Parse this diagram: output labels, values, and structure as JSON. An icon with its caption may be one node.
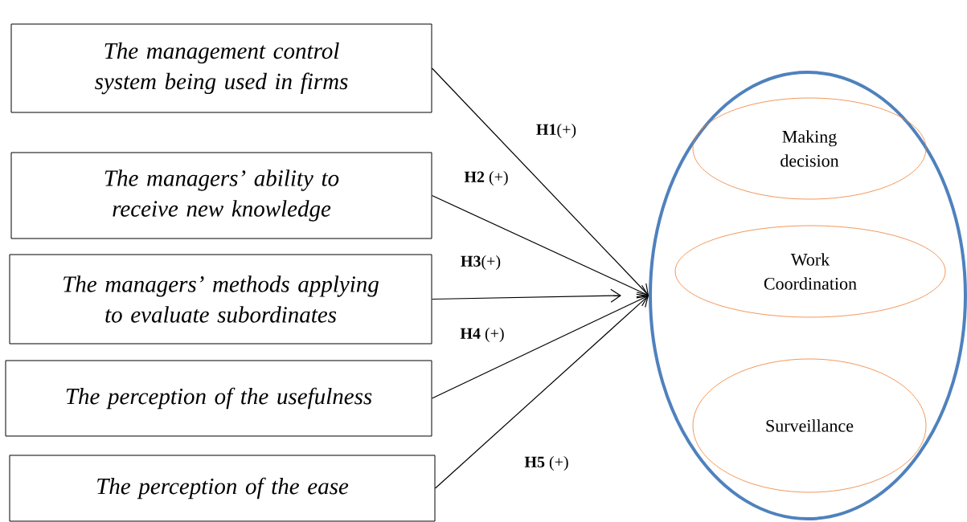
{
  "diagram": {
    "nodes": [
      {
        "text": [
          "The management control system being used in firms"
        ]
      },
      {
        "text": [
          "The managers’ ability to receive new knowledge"
        ]
      },
      {
        "text": [
          "The managers’ methods applying to evaluate subordinates"
        ]
      },
      {
        "text": [
          "The perception of the usefulness"
        ]
      },
      {
        "text": [
          "The perception of the ease"
        ]
      },
      {
        "text": [],
        "shape": "ellipse"
      },
      {
        "text": [
          "Making decision"
        ],
        "in": 5
      },
      {
        "text": [
          "Work Coordination"
        ],
        "in": 5
      },
      {
        "text": [
          "Surveillance"
        ],
        "in": 5
      }
    ],
    "edges": [
      {
        "from": 0,
        "to": 5,
        "arrow": "to",
        "label": "**H1**(+)"
      },
      {
        "from": 1,
        "to": 5,
        "arrow": "to",
        "label": "**H2** (+)"
      },
      {
        "from": 2,
        "to": 5,
        "arrow": "to",
        "label": "**H3**(+)"
      },
      {
        "from": 3,
        "to": 5,
        "arrow": "to",
        "label": "**H4** (+)"
      },
      {
        "from": 4,
        "to": 5,
        "arrow": "to",
        "label": "**H5** (+)"
      }
    ]
  }
}
